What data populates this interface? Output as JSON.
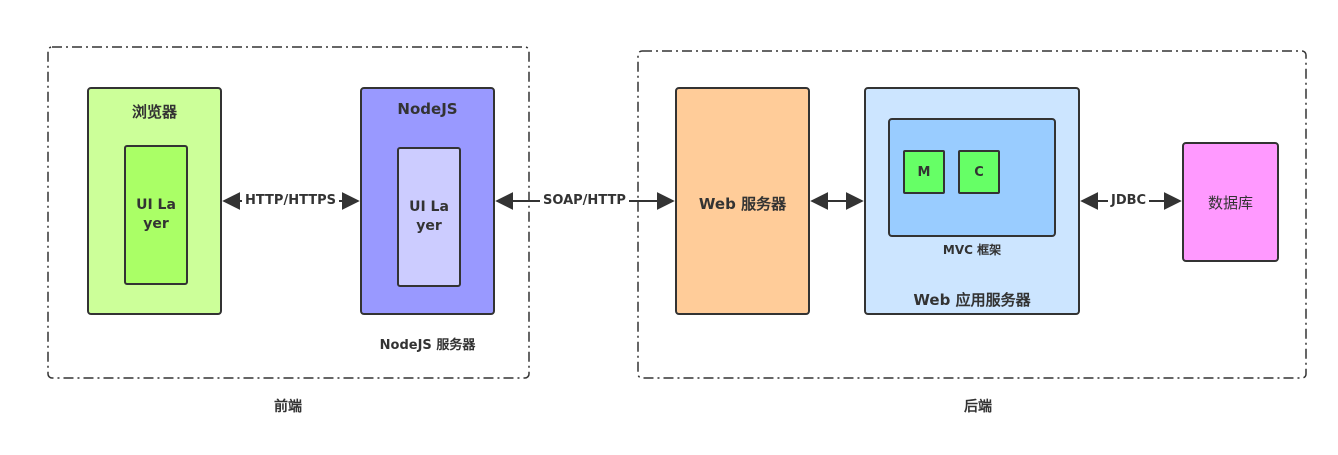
{
  "frontend": {
    "group_label": "前端",
    "browser": {
      "title": "浏览器",
      "inner": "UI Layer"
    },
    "node": {
      "title": "NodeJS",
      "inner": "UI Layer",
      "caption": "NodeJS 服务器"
    }
  },
  "backend": {
    "group_label": "后端",
    "web_server": {
      "title": "Web 服务器"
    },
    "app_server": {
      "title": "Web 应用服务器",
      "mvc_caption": "MVC 框架",
      "m_label": "M",
      "c_label": "C"
    },
    "database": {
      "title": "数据库"
    }
  },
  "connections": {
    "browser_node": "HTTP/HTTPS",
    "node_web": "SOAP/HTTP",
    "app_db": "JDBC"
  },
  "colors": {
    "browser_fill": "#ccff99",
    "browser_inner_fill": "#aaff66",
    "node_fill": "#9999ff",
    "node_inner_fill": "#ccccff",
    "web_server_fill": "#ffcc99",
    "app_server_fill": "#cce5ff",
    "mvc_fill": "#99ccff",
    "mc_fill": "#66ff66",
    "database_fill": "#ff99ff"
  }
}
